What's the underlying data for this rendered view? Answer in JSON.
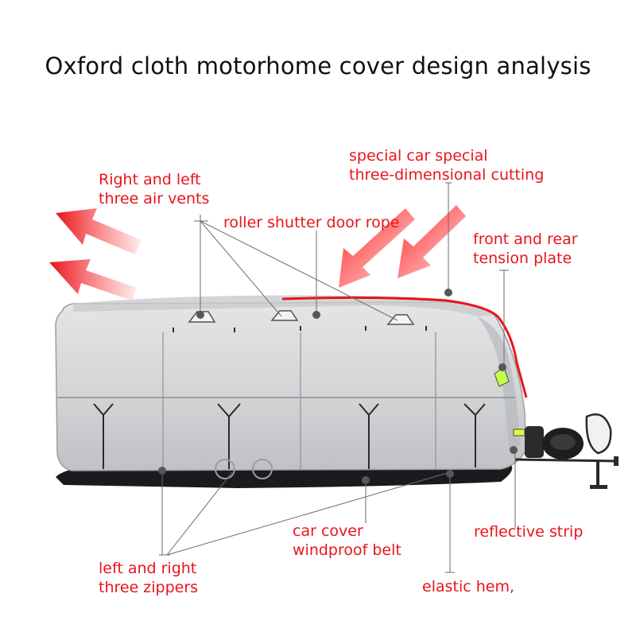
{
  "title": "Oxford cloth motorhome cover design analysis",
  "colors": {
    "accent": "#e8141b",
    "title": "#111111",
    "cover": "#d4d6d8",
    "leader": "#6b6b6b"
  },
  "labels": {
    "air_vents": [
      "Right and left",
      "three air vents"
    ],
    "shutter_rope": [
      "roller shutter door rope"
    ],
    "cutting": [
      "special car special",
      "three-dimensional cutting"
    ],
    "tension_plate": [
      "front and rear",
      "tension plate"
    ],
    "windproof_belt": [
      "car cover",
      "windproof belt"
    ],
    "reflective_strip": [
      "reflective strip"
    ],
    "zippers": [
      "left and right",
      "three zippers"
    ],
    "elastic_hem": [
      "elastic hem,"
    ]
  }
}
